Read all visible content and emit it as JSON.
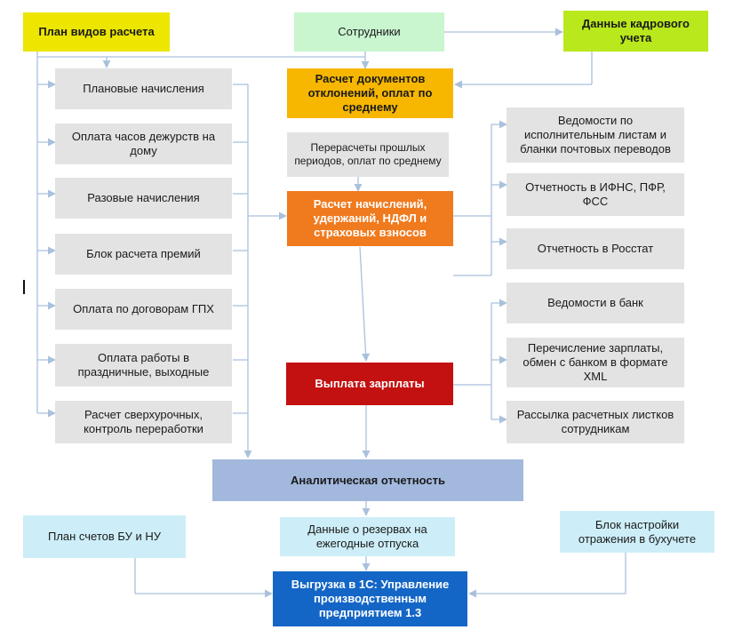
{
  "nodes": {
    "plan_vidov": "План видов расчета",
    "sotrudniki": "Сотрудники",
    "kadrovye": "Данные кадрового учета",
    "planovye": "Плановые начисления",
    "dezhurstva": "Оплата часов дежурств на дому",
    "razovye": "Разовые начисления",
    "premii": "Блок расчета премий",
    "gph": "Оплата по договорам ГПХ",
    "prazdnichnye": "Оплата работы в праздничные, выходные",
    "sverkhurochnye": "Расчет сверхурочных, контроль переработки",
    "otkloneniya": "Расчет документов отклонений, оплат по среднему",
    "pererascheta": "Перерасчеты прошлых периодов, оплат по среднему",
    "nachisleniya": "Расчет начислений, удержаний, НДФЛ и страховых взносов",
    "vyplata": "Выплата зарплаты",
    "vedomosti_isp": "Ведомости по исполнительным листам и бланки почтовых переводов",
    "ifns": "Отчетность в ИФНС, ПФР, ФСС",
    "rosstat": "Отчетность в Росстат",
    "vedomosti_bank": "Ведомости в банк",
    "perechislenie": "Перечисление зарплаты, обмен с банком в формате XML",
    "rassylka": "Рассылка расчетных листков сотрудникам",
    "analitika": "Аналитическая отчетность",
    "plan_schetov": "План счетов БУ и НУ",
    "rezervy": "Данные о резервах на ежегодные отпуска",
    "blok_nastroyki": "Блок настройки отражения в бухучете",
    "vygruzka": "Выгрузка в 1С: Управление производственным предприятием 1.3"
  },
  "colors": {
    "connector": "#a9c1dc",
    "gray_box": "#e3e3e3",
    "yellow": "#ece600",
    "mint": "#c9f5cf",
    "lime": "#b9e81c",
    "gold": "#f7b700",
    "orange": "#f07a1e",
    "red": "#c31010",
    "steel": "#a2b8dd",
    "light_blue": "#cdeef8",
    "blue": "#1466c6"
  }
}
